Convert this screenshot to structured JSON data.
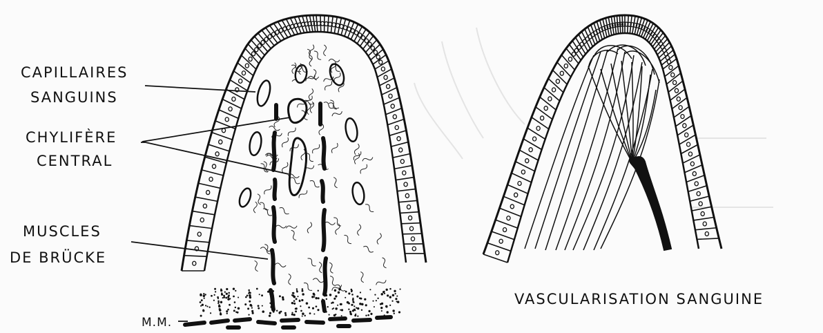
{
  "labels": {
    "capillaires_line1": "CAPILLAIRES",
    "capillaires_line2": "SANGUINS",
    "chylifere_line1": "CHYLIFÈRE",
    "chylifere_line2": "CENTRAL",
    "muscles_line1": "MUSCLES",
    "muscles_line2": "DE BRÜCKE",
    "mm": "M.M.",
    "vascularisation": "VASCULARISATION SANGUINE"
  },
  "colors": {
    "ink": "#111111",
    "paper": "#fbfbfb",
    "ghost": "#e4e4e4"
  }
}
